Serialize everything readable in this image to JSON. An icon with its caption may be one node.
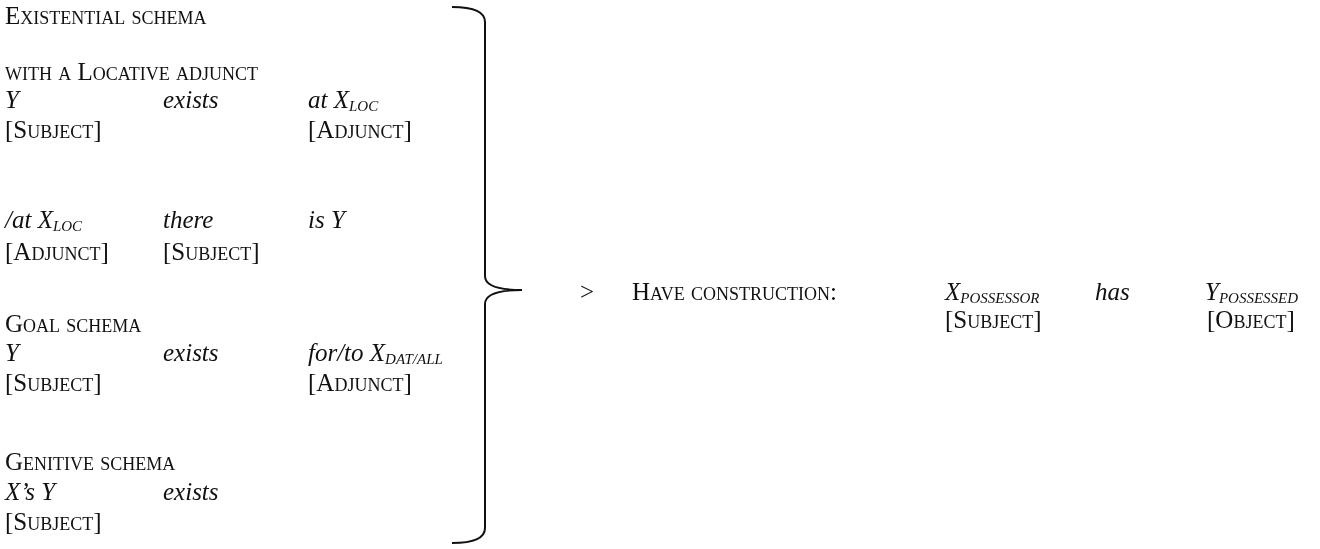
{
  "diagram": {
    "labels": [
      "Existential schema",
      "with a Locative adjunct",
      "Y",
      "exists",
      "at X$_{LOC}$",
      "[Subject]",
      "[Adjunct]",
      "/at X$_{LOC}$",
      "there",
      "is Y",
      "[Adjunct]",
      "[Subject]",
      "Goal schema",
      "Y",
      "exists",
      "for/to X$_{DAT/ALL}$",
      "[Subject]",
      "[Adjunct]",
      "Genitive schema",
      "X’s Y",
      "exists",
      "[Subject]",
      ">",
      "Have construction:",
      "X$_{POSSESSOR}$",
      "has",
      "Y$_{POSSESSED}$",
      "[Subject]",
      "[Object]"
    ]
  }
}
